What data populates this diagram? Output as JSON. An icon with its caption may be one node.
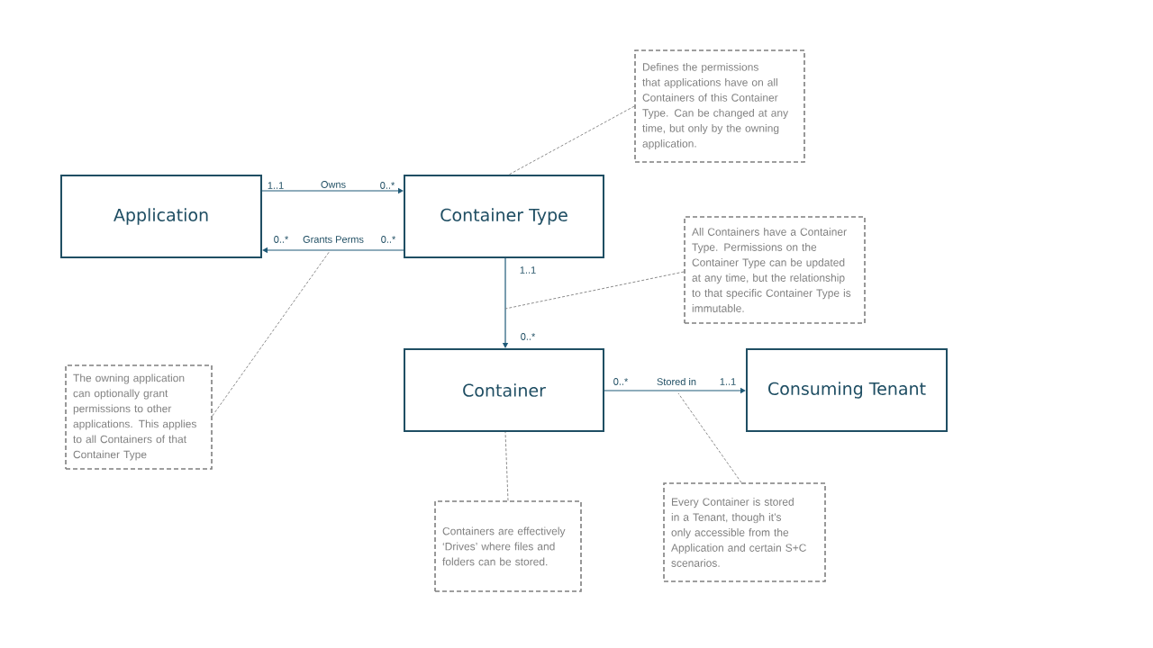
{
  "diagram": {
    "nodes": [
      {
        "text": [
          "Application"
        ]
      },
      {
        "text": [
          "Container Type"
        ]
      },
      {
        "text": [
          "Container"
        ]
      },
      {
        "text": [
          "Consuming Tenant"
        ]
      },
      {
        "text": [
          "Defines the permissions that applications have on all Containers of this Container Type. Can be changed at any time, but only by the owning application."
        ]
      },
      {
        "text": [
          "All Containers have a Container Type. Permissions on the Container Type can be updated at any time, but the relationship to that specific Container Type is immutable."
        ]
      },
      {
        "text": [
          "The owning application can optionally grant permissions to other applications. This applies to all Containers of that Container Type"
        ]
      },
      {
        "text": [
          "Containers are effectively ‘Drives’ where files and folders can be stored."
        ]
      },
      {
        "text": [
          "Every Container is stored in a Tenant, though it’s only accessible from the Application and certain S+C scenarios."
        ]
      }
    ],
    "edges": [
      {
        "from": 0,
        "to": 1,
        "arrow": "to",
        "label": "Owns",
        "color": "#1f5a78"
      },
      {
        "from": 1,
        "to": 0,
        "arrow": "to",
        "label": "Grants Perms",
        "color": "#1f5a78"
      },
      {
        "from": 1,
        "to": 2,
        "arrow": "to",
        "color": "#1f5a78"
      },
      {
        "from": 2,
        "to": 3,
        "arrow": "to",
        "label": "Stored in",
        "color": "#1f5a78"
      },
      {
        "from": 4,
        "to": 1,
        "arrow": "none",
        "style": "dashed"
      },
      {
        "from": 5,
        "to": null,
        "arrow": "none",
        "style": "dashed"
      },
      {
        "from": 6,
        "to": null,
        "arrow": "none",
        "style": "dashed"
      },
      {
        "from": 7,
        "to": 2,
        "arrow": "none",
        "style": "dashed"
      },
      {
        "from": 8,
        "to": null,
        "arrow": "none",
        "style": "dashed"
      }
    ],
    "labels": [
      "1..1",
      "0..*",
      "0..*",
      "0..*",
      "1..1",
      "0..*",
      "0..*",
      "1..1"
    ]
  }
}
